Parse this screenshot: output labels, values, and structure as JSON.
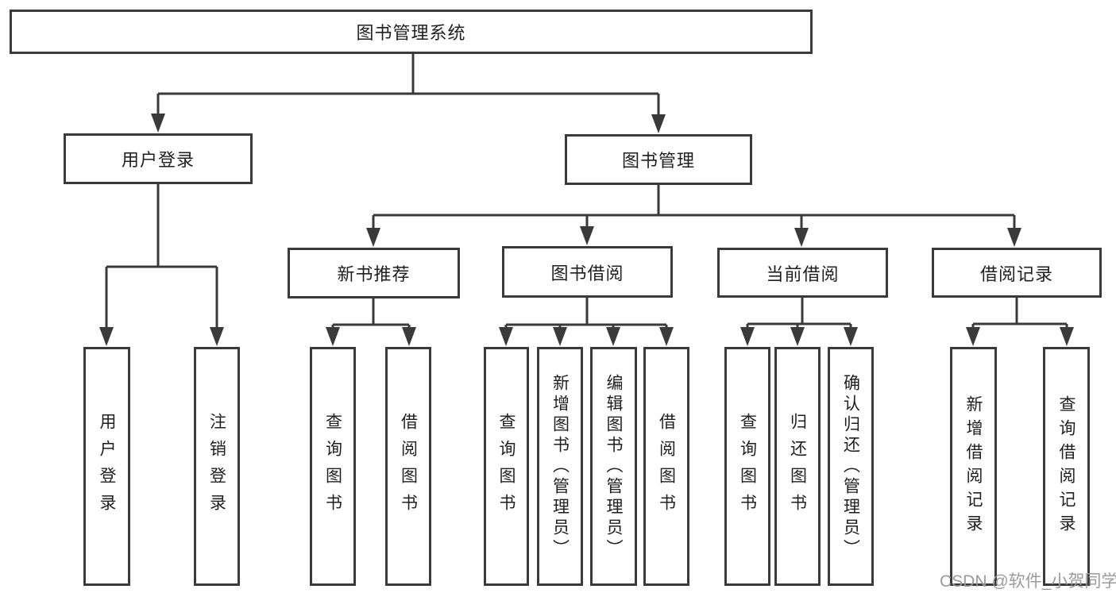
{
  "diagram": {
    "root": {
      "label": "图书管理系统",
      "children": [
        {
          "label": "用户登录",
          "children": [
            {
              "label": "用户登录"
            },
            {
              "label": "注销登录"
            }
          ]
        },
        {
          "label": "图书管理",
          "children": [
            {
              "label": "新书推荐",
              "children": [
                {
                  "label": "查询图书"
                },
                {
                  "label": "借阅图书"
                }
              ]
            },
            {
              "label": "图书借阅",
              "children": [
                {
                  "label": "查询图书"
                },
                {
                  "label": "新增图书（管理员）"
                },
                {
                  "label": "编辑图书（管理员）"
                },
                {
                  "label": "借阅图书"
                }
              ]
            },
            {
              "label": "当前借阅",
              "children": [
                {
                  "label": "查询图书"
                },
                {
                  "label": "归还图书"
                },
                {
                  "label": "确认归还（管理员）"
                }
              ]
            },
            {
              "label": "借阅记录",
              "children": [
                {
                  "label": "新增借阅记录"
                },
                {
                  "label": "查询借阅记录"
                }
              ]
            }
          ]
        }
      ]
    }
  },
  "watermark": {
    "text": "CSDN @软件_小贺同学",
    "color": "#9b9b9b"
  },
  "colors": {
    "line": "#3a3a3a",
    "box_border": "#3a3a3a",
    "box_fill": "#ffffff",
    "text": "#1f1f1f",
    "background": "#ffffff"
  }
}
